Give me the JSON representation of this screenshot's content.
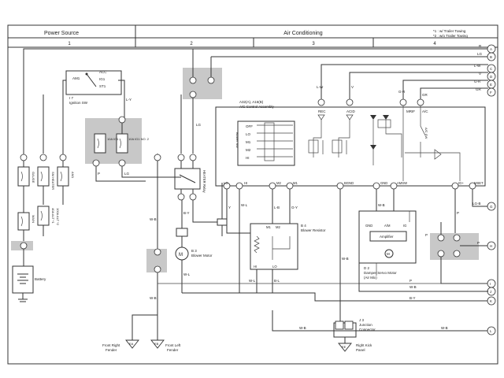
{
  "header": {
    "sections": [
      "Power Source",
      "Air Conditioning"
    ],
    "columns": [
      "1",
      "2",
      "3",
      "4"
    ],
    "notes": [
      "*1 : w/ Trailer Towing",
      "*2 : w/o Trailer Towing"
    ]
  },
  "components": {
    "ignition_sw": [
      "I 7",
      "Ignition SW"
    ],
    "ignition_pins": [
      "ACC",
      "IG1",
      "ST1",
      "AM1"
    ],
    "fuses_left": [
      "GAUGE",
      "SM HEATER",
      "AM1"
    ],
    "fusible": "MAIN",
    "fusible_links": [
      "40A ALT *1",
      "100A ALT *2"
    ],
    "fuse_block": [
      "10A IG1",
      "10A IG1 NO. 2"
    ],
    "battery": "Battery",
    "heater_relay": "HEATER Relay",
    "blower_motor": [
      "B 3",
      "Blower Motor"
    ],
    "blower_resistor": [
      "B 4",
      "Blower Resistor"
    ],
    "ac_assembly": [
      "A32(A), A16(B)",
      "A/C Control Assembly"
    ],
    "blower_sw": "Blower SW",
    "blower_sw_positions": [
      "OFF",
      "LO",
      "M1",
      "M2",
      "HI"
    ],
    "indicators": [
      "REC",
      "ACID",
      "MRIF",
      "A/C",
      "A/C SW"
    ],
    "ac_terminals": [
      "LO",
      "HI",
      "M2",
      "M1",
      "BGND",
      "GND",
      "AMSW",
      "IG+",
      "MSET"
    ],
    "damper_motor": [
      "D 2",
      "Damper Servo Motor",
      "(Air Mix)"
    ],
    "damper_pins": [
      "GND",
      "A/M",
      "IG"
    ],
    "amplifier": "Amplifier",
    "resistor_pins": [
      "M1",
      "M2",
      "HI",
      "LO"
    ],
    "junction_connector": [
      "J 3",
      "Junction",
      "Connector"
    ],
    "grounds": [
      {
        "code": "EA",
        "label": [
          "Front Right",
          "Fender"
        ]
      },
      {
        "code": "EB",
        "label": [
          "Front Left",
          "Fender"
        ]
      },
      {
        "code": "EE",
        "label": [
          "Right Kick",
          "Panel"
        ]
      }
    ]
  },
  "wires": {
    "right_edge": [
      {
        "color": "R",
        "node": "A"
      },
      {
        "color": "LG",
        "node": "B"
      },
      {
        "color": "L-W",
        "node": "C"
      },
      {
        "color": "V",
        "node": "D"
      },
      {
        "color": "G-R",
        "node": "E"
      },
      {
        "color": "GR",
        "node": "F"
      },
      {
        "color": "LG-B",
        "node": "G"
      },
      {
        "color": "P",
        "node": "H"
      },
      {
        "color": "P",
        "node": "I"
      },
      {
        "color": "W-B",
        "node": "J"
      },
      {
        "color": "B-Y",
        "node": "K"
      },
      {
        "color": "W-B",
        "node": "L"
      }
    ],
    "labels": [
      "W-B",
      "B-Y",
      "W-L",
      "L-B",
      "G-Y",
      "B-L",
      "L-Y",
      "LG",
      "B",
      "P",
      "Y",
      "L",
      "W",
      "B-Y",
      "W-B"
    ]
  }
}
